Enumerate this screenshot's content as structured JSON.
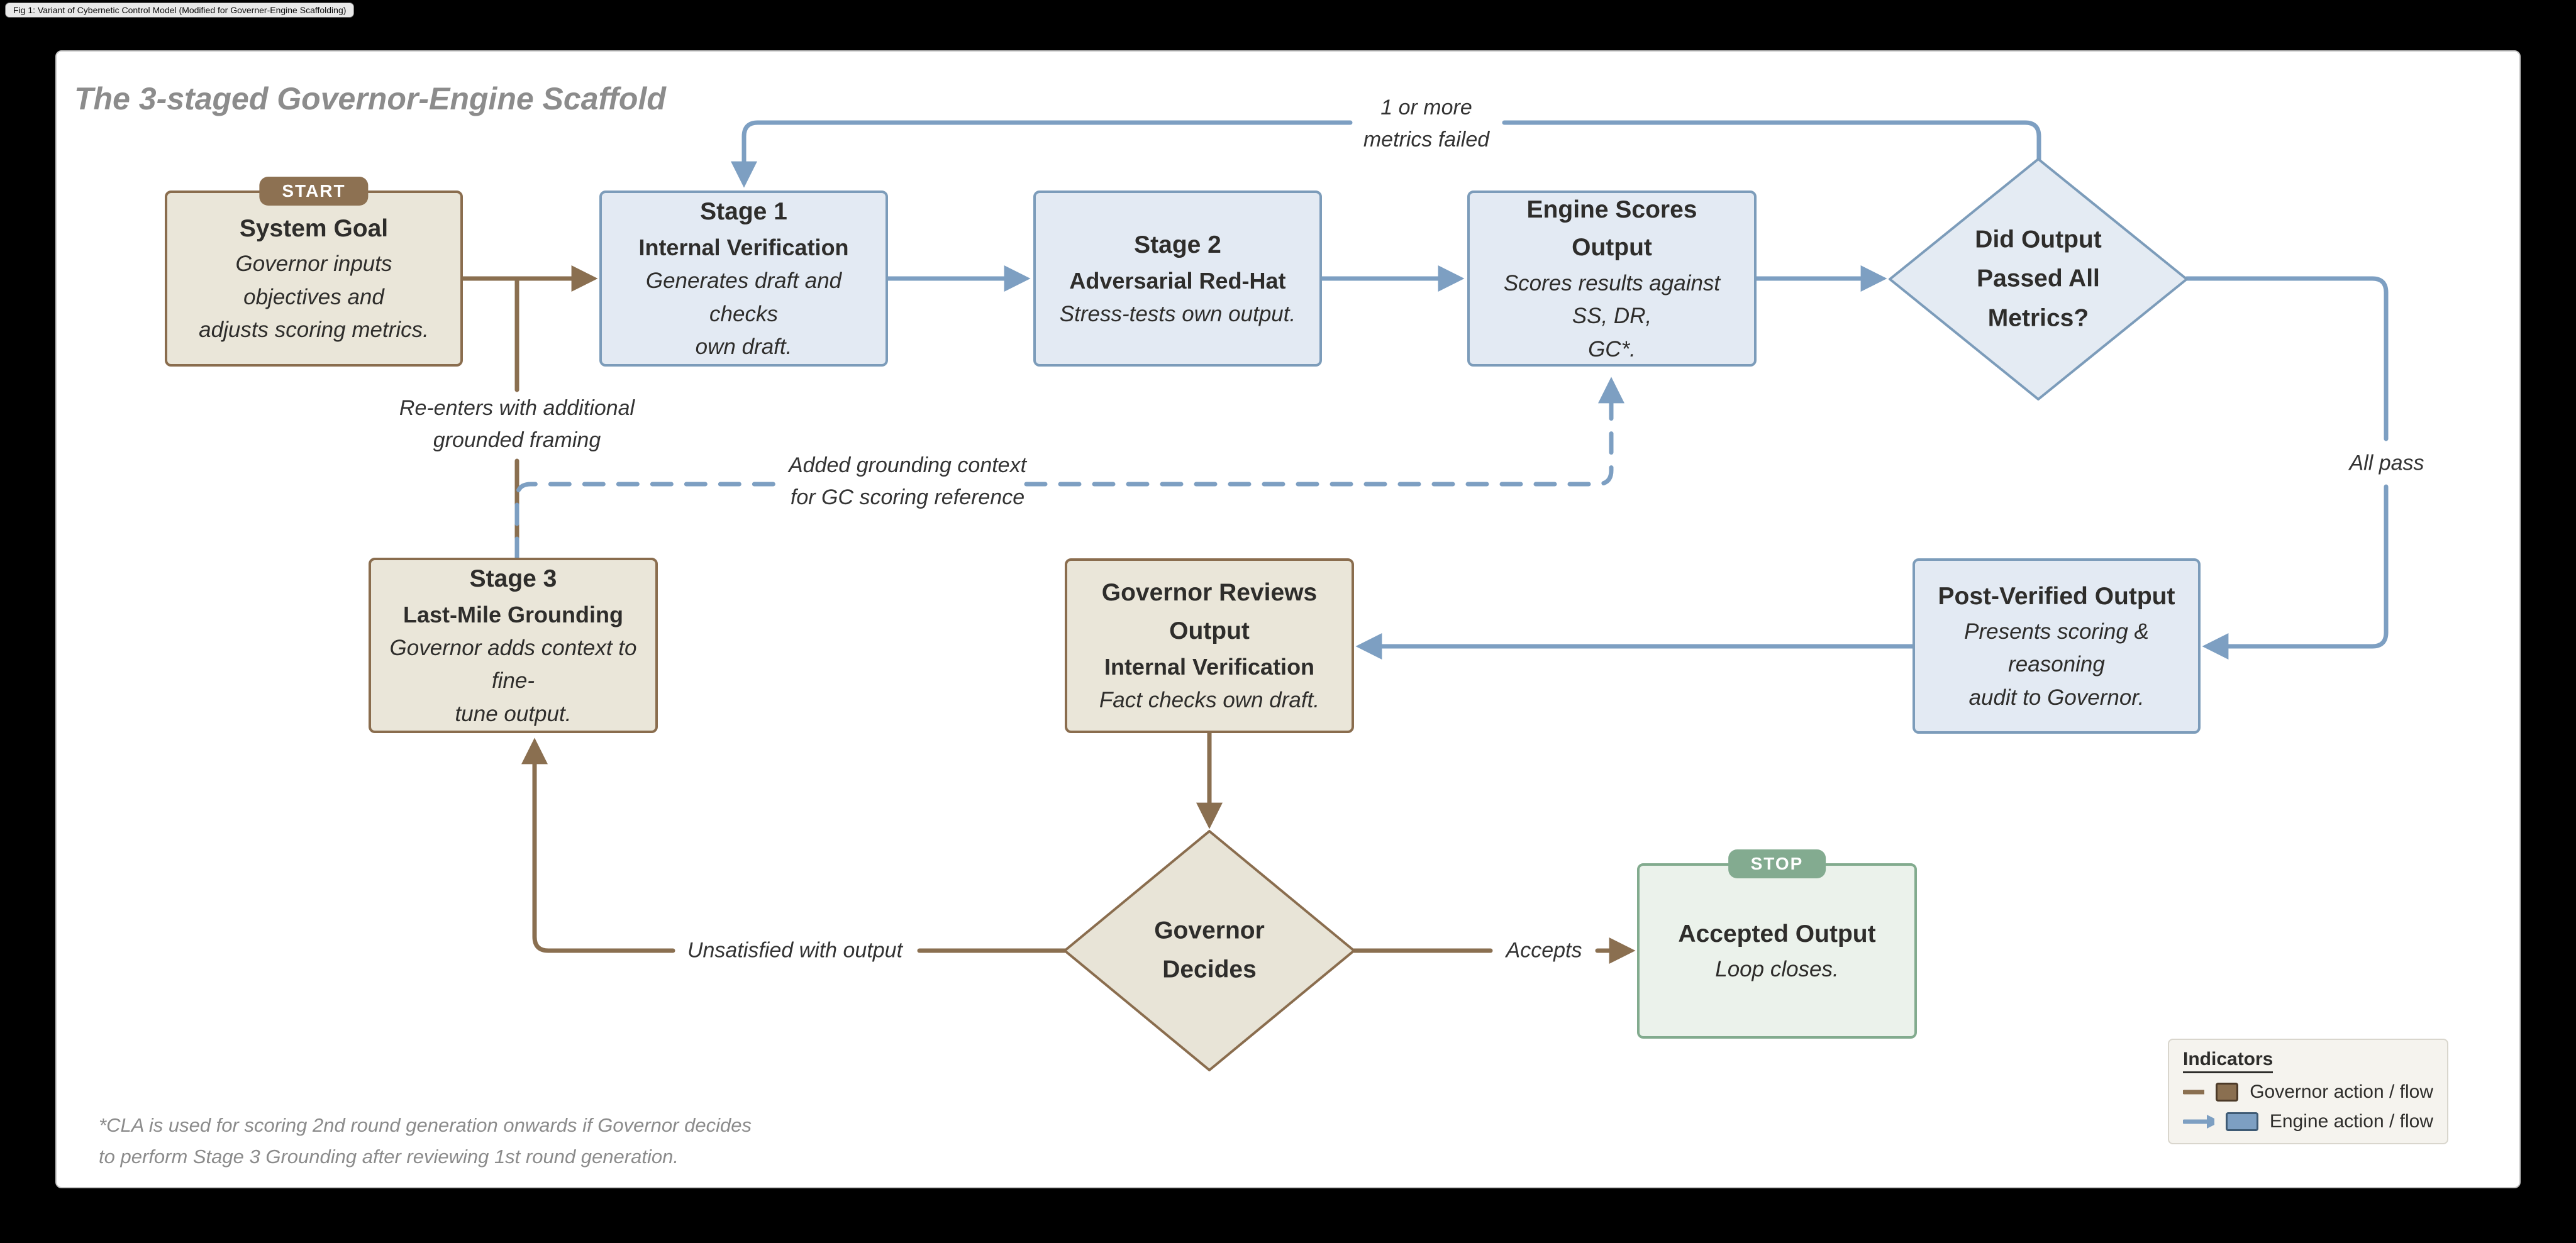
{
  "tab": {
    "label": "Fig 1: Variant of Cybernetic Control Model (Modified for Governer-Engine Scaffolding)"
  },
  "title": "The 3-staged Governor-Engine Scaffold",
  "badges": {
    "start": "START",
    "stop": "STOP"
  },
  "nodes": {
    "system_goal": {
      "title": "System Goal",
      "body": "Governor inputs objectives and\nadjusts scoring metrics."
    },
    "stage1": {
      "title": "Stage 1",
      "subtitle": "Internal Verification",
      "body": "Generates draft and checks\nown draft."
    },
    "stage2": {
      "title": "Stage 2",
      "subtitle": "Adversarial Red-Hat",
      "body": "Stress-tests own output."
    },
    "engine_scores": {
      "title": "Engine Scores Output",
      "body": "Scores results against SS, DR,\nGC*."
    },
    "metrics_decision": {
      "title": "Did Output\nPassed All\nMetrics?"
    },
    "post_verified": {
      "title": "Post-Verified Output",
      "body": "Presents scoring & reasoning\naudit to Governor."
    },
    "governor_reviews": {
      "title": "Governor Reviews Output",
      "subtitle": "Internal Verification",
      "body": "Fact checks own draft."
    },
    "stage3": {
      "title": "Stage 3",
      "subtitle": "Last-Mile Grounding",
      "body": "Governor adds context to fine-\ntune output."
    },
    "governor_decides": {
      "title": "Governor\nDecides"
    },
    "accepted_output": {
      "title": "Accepted Output",
      "body": "Loop closes."
    }
  },
  "edge_labels": {
    "metrics_failed": "1 or more\nmetrics failed",
    "all_pass": "All pass",
    "added_grounding": "Added grounding context\nfor GC scoring reference",
    "re_enters": "Re-enters with additional\ngrounded framing",
    "unsatisfied": "Unsatisfied with output",
    "accepts": "Accepts"
  },
  "legend": {
    "title": "Indicators",
    "items": [
      {
        "label": "Governor action / flow",
        "color": "#8a6f50"
      },
      {
        "label": "Engine action / flow",
        "color": "#7d9fc2"
      }
    ]
  },
  "footnote": "*CLA is used for scoring 2nd round generation onwards if Governor decides\nto perform Stage 3 Grounding after reviewing 1st round generation.",
  "colors": {
    "governor_brown": "#8a6f50",
    "engine_blue": "#7d9fc2",
    "tan_fill": "#eae6d9",
    "blue_fill": "#e3eaf3",
    "green_fill": "#ebf2eb",
    "stop_green": "#83ab90",
    "start_brown": "#8d7152"
  }
}
